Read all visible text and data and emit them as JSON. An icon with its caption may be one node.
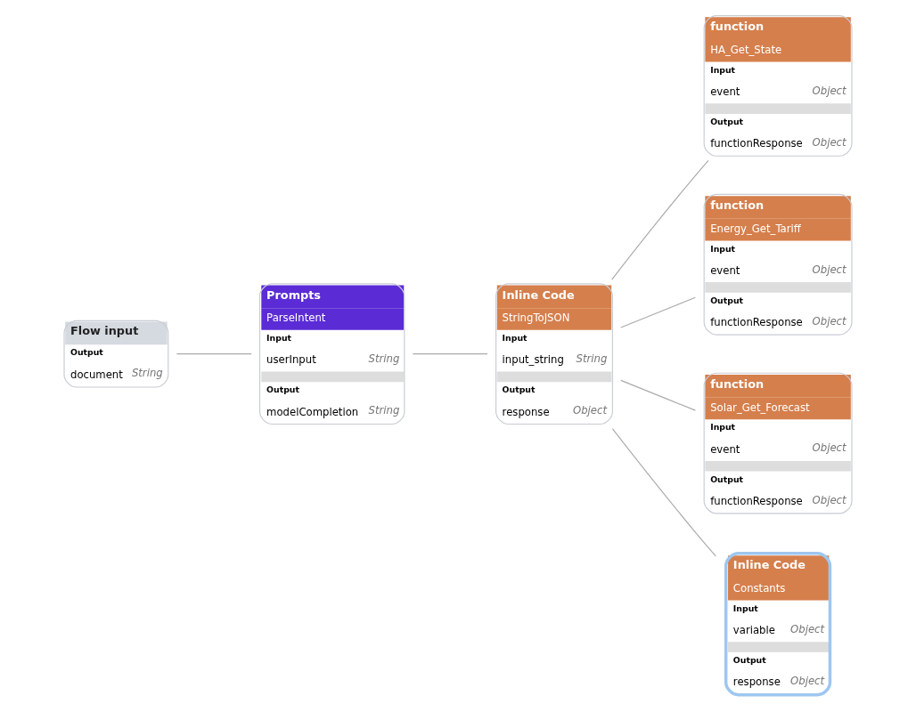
{
  "diagram": {
    "nodes": [
      {
        "text": [
          "Flow input",
          "Output",
          "document",
          "String"
        ]
      },
      {
        "text": [
          "Prompts",
          "ParseIntent",
          "Input",
          "userInput",
          "String",
          "Output",
          "modelCompletion",
          "String"
        ]
      },
      {
        "text": [
          "Inline Code",
          "StringToJSON",
          "Input",
          "input_string",
          "String",
          "Output",
          "response",
          "Object"
        ]
      },
      {
        "text": [
          "function",
          "HA_Get_State",
          "Input",
          "event",
          "Object",
          "Output",
          "functionResponse",
          "Object"
        ]
      },
      {
        "text": [
          "function",
          "Energy_Get_Tariff",
          "Input",
          "event",
          "Object",
          "Output",
          "functionResponse",
          "Object"
        ]
      },
      {
        "text": [
          "function",
          "Solar_Get_Forecast",
          "Input",
          "event",
          "Object",
          "Output",
          "functionResponse",
          "Object"
        ]
      },
      {
        "text": [
          "Inline Code",
          "Constants",
          "Input",
          "variable",
          "Object",
          "Output",
          "response",
          "Object"
        ]
      }
    ],
    "edges": [
      {
        "from": 0,
        "to": 1,
        "arrow": "none"
      },
      {
        "from": 1,
        "to": 2,
        "arrow": "none"
      },
      {
        "from": 2,
        "to": 3,
        "arrow": "none"
      },
      {
        "from": 2,
        "to": 4,
        "arrow": "none"
      },
      {
        "from": 2,
        "to": 5,
        "arrow": "none"
      },
      {
        "from": 2,
        "to": 6,
        "arrow": "none"
      }
    ]
  }
}
